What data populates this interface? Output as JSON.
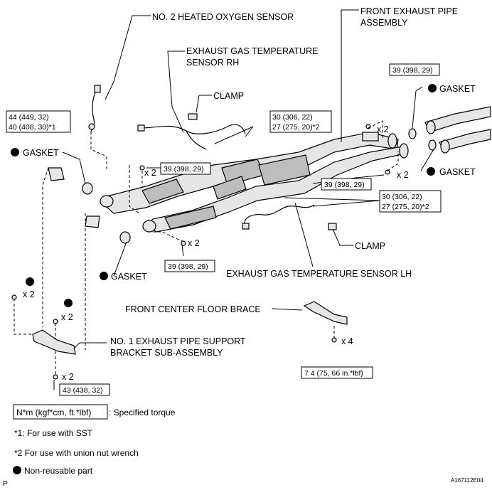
{
  "labels": {
    "o2_sensor": "NO. 2 HEATED OXYGEN SENSOR",
    "front_pipe_1": "FRONT EXHAUST PIPE",
    "front_pipe_2": "ASSEMBLY",
    "temp_rh_1": "EXHAUST GAS TEMPERATURE",
    "temp_rh_2": "SENSOR RH",
    "clamp_top": "CLAMP",
    "gasket_top_right": "GASKET",
    "gasket_right": "GASKET",
    "gasket_left": "GASKET",
    "gasket_mid": "GASKET",
    "clamp_bottom": "CLAMP",
    "temp_lh": "EXHAUST GAS TEMPERATURE SENSOR LH",
    "floor_brace": "FRONT CENTER FLOOR BRACE",
    "bracket_1": "NO. 1 EXHAUST PIPE SUPPORT",
    "bracket_2": "BRACKET SUB-ASSEMBLY"
  },
  "torques": {
    "o2_a": "44 (449, 32)",
    "o2_b": "40 (408, 30)*1",
    "rh_a": "30 (306, 22)",
    "rh_b": "27 (275, 20)*2",
    "lh_a": "30 (306, 22)",
    "lh_b": "27 (275, 20)*2",
    "bolt_top_right": "39 (398, 29)",
    "bolt_center": "39 (398, 29)",
    "bolt_right": "39 (398, 29)",
    "bolt_lower": "39 (398, 29)",
    "bracket_bolt": "43 (438, 32)",
    "brace_bolt": "7 4 (75, 66 in.*lbf)"
  },
  "quantities": {
    "q_top_right": "x 2",
    "q_center": "x 2",
    "q_right": "x 2",
    "q_lower": "x 2",
    "q_left_top": "x 2",
    "q_left_mid": "x 2",
    "q_bracket": "x 2",
    "q_brace": "x 4"
  },
  "legend": {
    "torque_box": "N*m (kgf*cm, ft.*lbf)",
    "torque_text": ": Specified torque",
    "note1": "*1: For use with SST",
    "note2": "*2  For use with union nut wrench",
    "nonreusable": "Non-reusable part"
  },
  "footer": {
    "corner_letter": "P",
    "figure_id": "A167112E04"
  },
  "colors": {
    "line": "#000000",
    "part_fill": "#e6e6e6",
    "part_dark": "#bdbdbd",
    "background": "#ffffff"
  }
}
